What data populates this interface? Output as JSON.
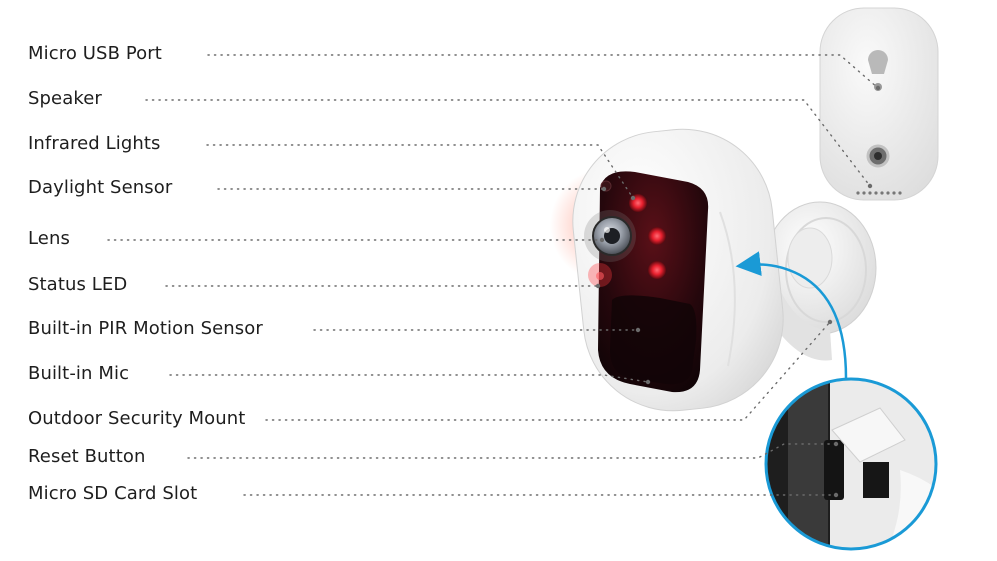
{
  "labels": [
    "Micro USB Port",
    "Speaker",
    "Infrared Lights",
    "Daylight Sensor",
    "Lens",
    "Status LED",
    "Built-in PIR Motion Sensor",
    "Built-in Mic",
    "Outdoor Security Mount",
    "Reset Button",
    "Micro SD Card Slot"
  ],
  "colors": {
    "leader": "#6b6b6b",
    "arrow": "#1a9ad6",
    "body": "#f3f3f3",
    "face": "#1a0d10",
    "ir": "#e8202e"
  }
}
